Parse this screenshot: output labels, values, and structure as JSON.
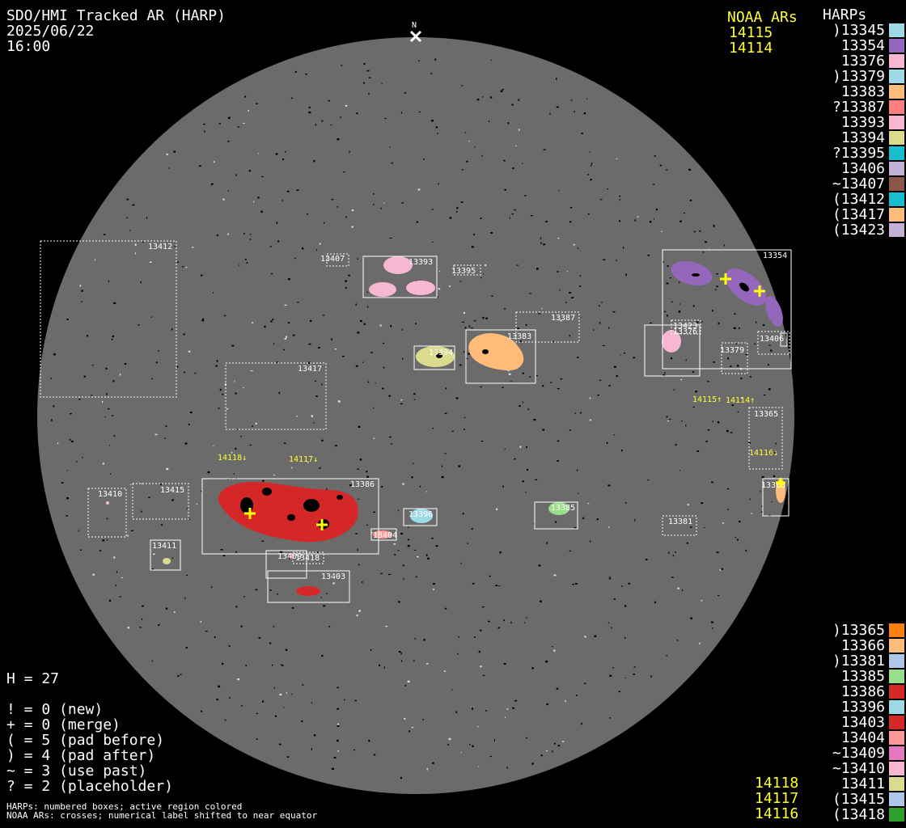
{
  "header": {
    "title": "SDO/HMI Tracked AR (HARP)",
    "date": "2025/06/22",
    "time": "16:00"
  },
  "north_marker": "N",
  "noaa_top": {
    "title": "NOAA ARs",
    "items": [
      "14115",
      "14114"
    ]
  },
  "noaa_bottom": {
    "items": [
      "14118",
      "14117",
      "14116"
    ]
  },
  "harps_title": "HARPs",
  "harps_top": [
    {
      "label": ")13345",
      "color": "#9edae5"
    },
    {
      "label": "13354",
      "color": "#9467bd"
    },
    {
      "label": "13376",
      "color": "#f7b6d2"
    },
    {
      "label": ")13379",
      "color": "#9edae5"
    },
    {
      "label": "13383",
      "color": "#ffbb78"
    },
    {
      "label": "?13387",
      "color": "#ff7f7f"
    },
    {
      "label": "13393",
      "color": "#f7b6d2"
    },
    {
      "label": "13394",
      "color": "#dbdb8d"
    },
    {
      "label": "?13395",
      "color": "#17becf"
    },
    {
      "label": "13406",
      "color": "#c5b0d5"
    },
    {
      "label": "~13407",
      "color": "#8c564b"
    },
    {
      "label": "(13412",
      "color": "#17becf"
    },
    {
      "label": "(13417",
      "color": "#ffbb78"
    },
    {
      "label": "(13423",
      "color": "#c5b0d5"
    }
  ],
  "harps_bottom": [
    {
      "label": ")13365",
      "color": "#ff7f0e"
    },
    {
      "label": "13366",
      "color": "#ffbb78"
    },
    {
      "label": ")13381",
      "color": "#aec7e8"
    },
    {
      "label": "13385",
      "color": "#98df8a"
    },
    {
      "label": "13386",
      "color": "#d62728"
    },
    {
      "label": "13396",
      "color": "#9edae5"
    },
    {
      "label": "13403",
      "color": "#d62728"
    },
    {
      "label": "13404",
      "color": "#ff9896"
    },
    {
      "label": "~13409",
      "color": "#e377c2"
    },
    {
      "label": "~13410",
      "color": "#f7b6d2"
    },
    {
      "label": "13411",
      "color": "#dbdb8d"
    },
    {
      "label": "(13415",
      "color": "#aec7e8"
    },
    {
      "label": "(13418",
      "color": "#2ca02c"
    }
  ],
  "legend": {
    "h_count": "H = 27",
    "lines": [
      "! = 0 (new)",
      "+ = 0 (merge)",
      "( = 5 (pad before)",
      ") = 4 (pad after)",
      "~ = 3 (use past)",
      "? = 2 (placeholder)"
    ]
  },
  "footnotes": [
    "HARPs: numbered boxes; active region colored",
    "NOAA ARs: crosses; numerical label shifted to near equator"
  ],
  "disk_labels": {
    "h13412": "13412",
    "h13407": "13407",
    "h13393": "13393",
    "h13395": "13395",
    "h13387": "13387",
    "h13383": "13383",
    "h13394": "13394",
    "h13417": "13417",
    "h13354": "13354",
    "h13423": "13423",
    "h13376": "13376",
    "h13379": "13379",
    "h13406": "13406",
    "h13365": "13365",
    "h13366": "13366",
    "h13386": "13386",
    "h13410": "13410",
    "h13415": "13415",
    "h13411": "13411",
    "h13396": "13396",
    "h13404": "13404",
    "h13385": "13385",
    "h13381": "13381",
    "h13409": "13409",
    "h13418": "13418",
    "h13403": "13403",
    "n14115": "14115↑",
    "n14114": "14114↑",
    "n14116": "14116↓",
    "n14118": "14118↓",
    "n14117": "14117↓"
  },
  "colors": {
    "disk": "#6b6b6b",
    "background": "#000000",
    "noaa_label": "#ffff33",
    "cross": "#ffff00"
  }
}
